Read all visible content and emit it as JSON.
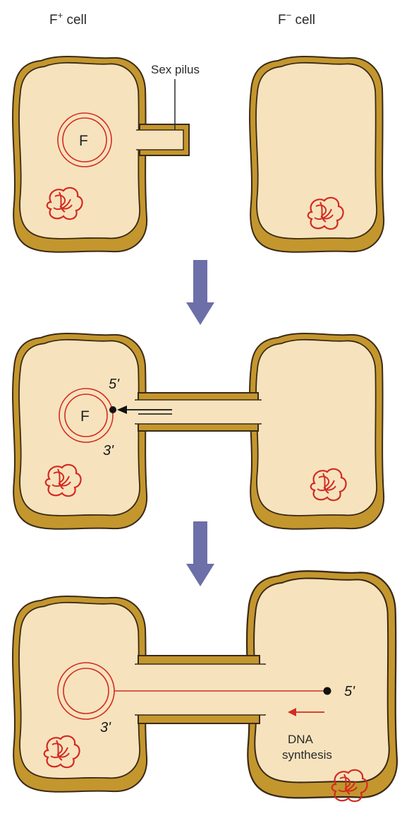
{
  "header": {
    "left_label": "F",
    "left_sup": "+",
    "left_suffix": " cell",
    "right_label": "F",
    "right_sup": "−",
    "right_suffix": " cell"
  },
  "stage1": {
    "pilus_label": "Sex pilus",
    "plasmid_label": "F"
  },
  "stage2": {
    "plasmid_label": "F",
    "five_prime": "5'",
    "three_prime": "3'"
  },
  "stage3": {
    "five_prime": "5'",
    "three_prime": "3'",
    "dna_label_line1": "DNA",
    "dna_label_line2": "synthesis"
  },
  "colors": {
    "cell_outer": "#c4962e",
    "cell_fill": "#f6e3bd",
    "cell_outline": "#3a2a16",
    "dna_red": "#d42a22",
    "arrow_blue": "#6c6fa8"
  }
}
